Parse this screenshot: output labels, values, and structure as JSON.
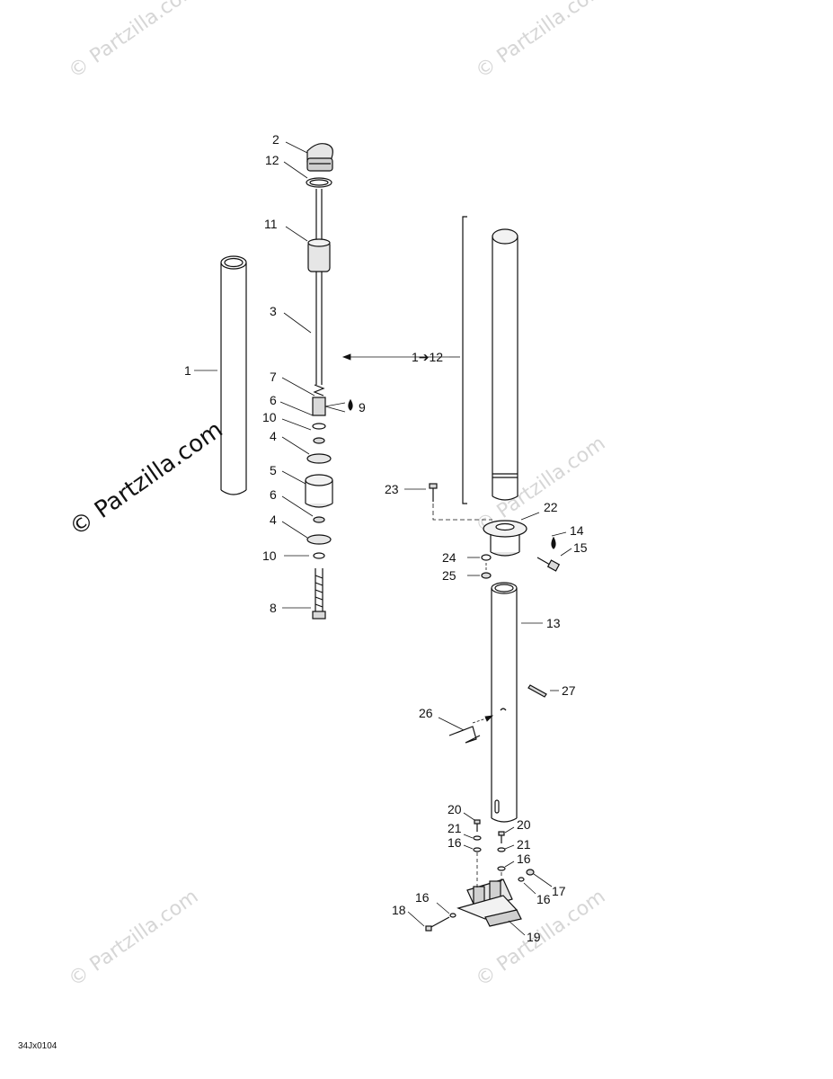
{
  "watermarks": {
    "text": "© Partzilla.com",
    "main": "© Partzilla.com"
  },
  "figure_code": "34Jx0104",
  "callouts": {
    "c1": "1",
    "c2": "2",
    "c3": "3",
    "c4a": "4",
    "c4b": "4",
    "c5": "5",
    "c6a": "6",
    "c6b": "6",
    "c7": "7",
    "c8": "8",
    "c9": "9",
    "c10a": "10",
    "c10b": "10",
    "c11": "11",
    "c12": "12",
    "c1to12": "1➔12",
    "c13": "13",
    "c14": "14",
    "c15": "15",
    "c16a": "16",
    "c16b": "16",
    "c16c": "16",
    "c16d": "16",
    "c17": "17",
    "c18": "18",
    "c19": "19",
    "c20a": "20",
    "c20b": "20",
    "c21a": "21",
    "c21b": "21",
    "c22": "22",
    "c23": "23",
    "c24": "24",
    "c25": "25",
    "c26": "26",
    "c27": "27"
  }
}
